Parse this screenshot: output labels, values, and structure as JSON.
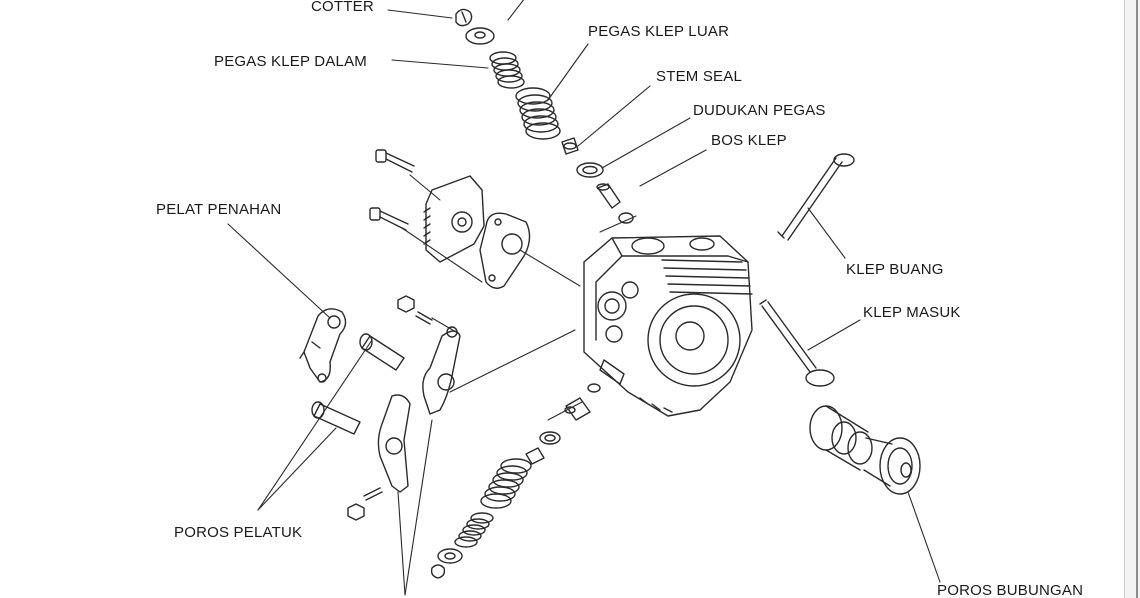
{
  "diagram": {
    "labels": {
      "cotter": "COTTER",
      "pegas_klep_dalam": "PEGAS KLEP DALAM",
      "pegas_klep_luar": "PEGAS KLEP LUAR",
      "stem_seal": "STEM SEAL",
      "dudukan_pegas": "DUDUKAN PEGAS",
      "bos_klep": "BOS KLEP",
      "pelat_penahan": "PELAT PENAHAN",
      "klep_buang": "KLEP BUANG",
      "klep_masuk": "KLEP MASUK",
      "poros_pelatuk": "POROS PELATUK",
      "poros_bubungan": "POROS BUBUNGAN"
    },
    "colors": {
      "ink": "#1a1a1a",
      "line": "#2a2a2a",
      "shade": "#bdbdbd"
    }
  }
}
